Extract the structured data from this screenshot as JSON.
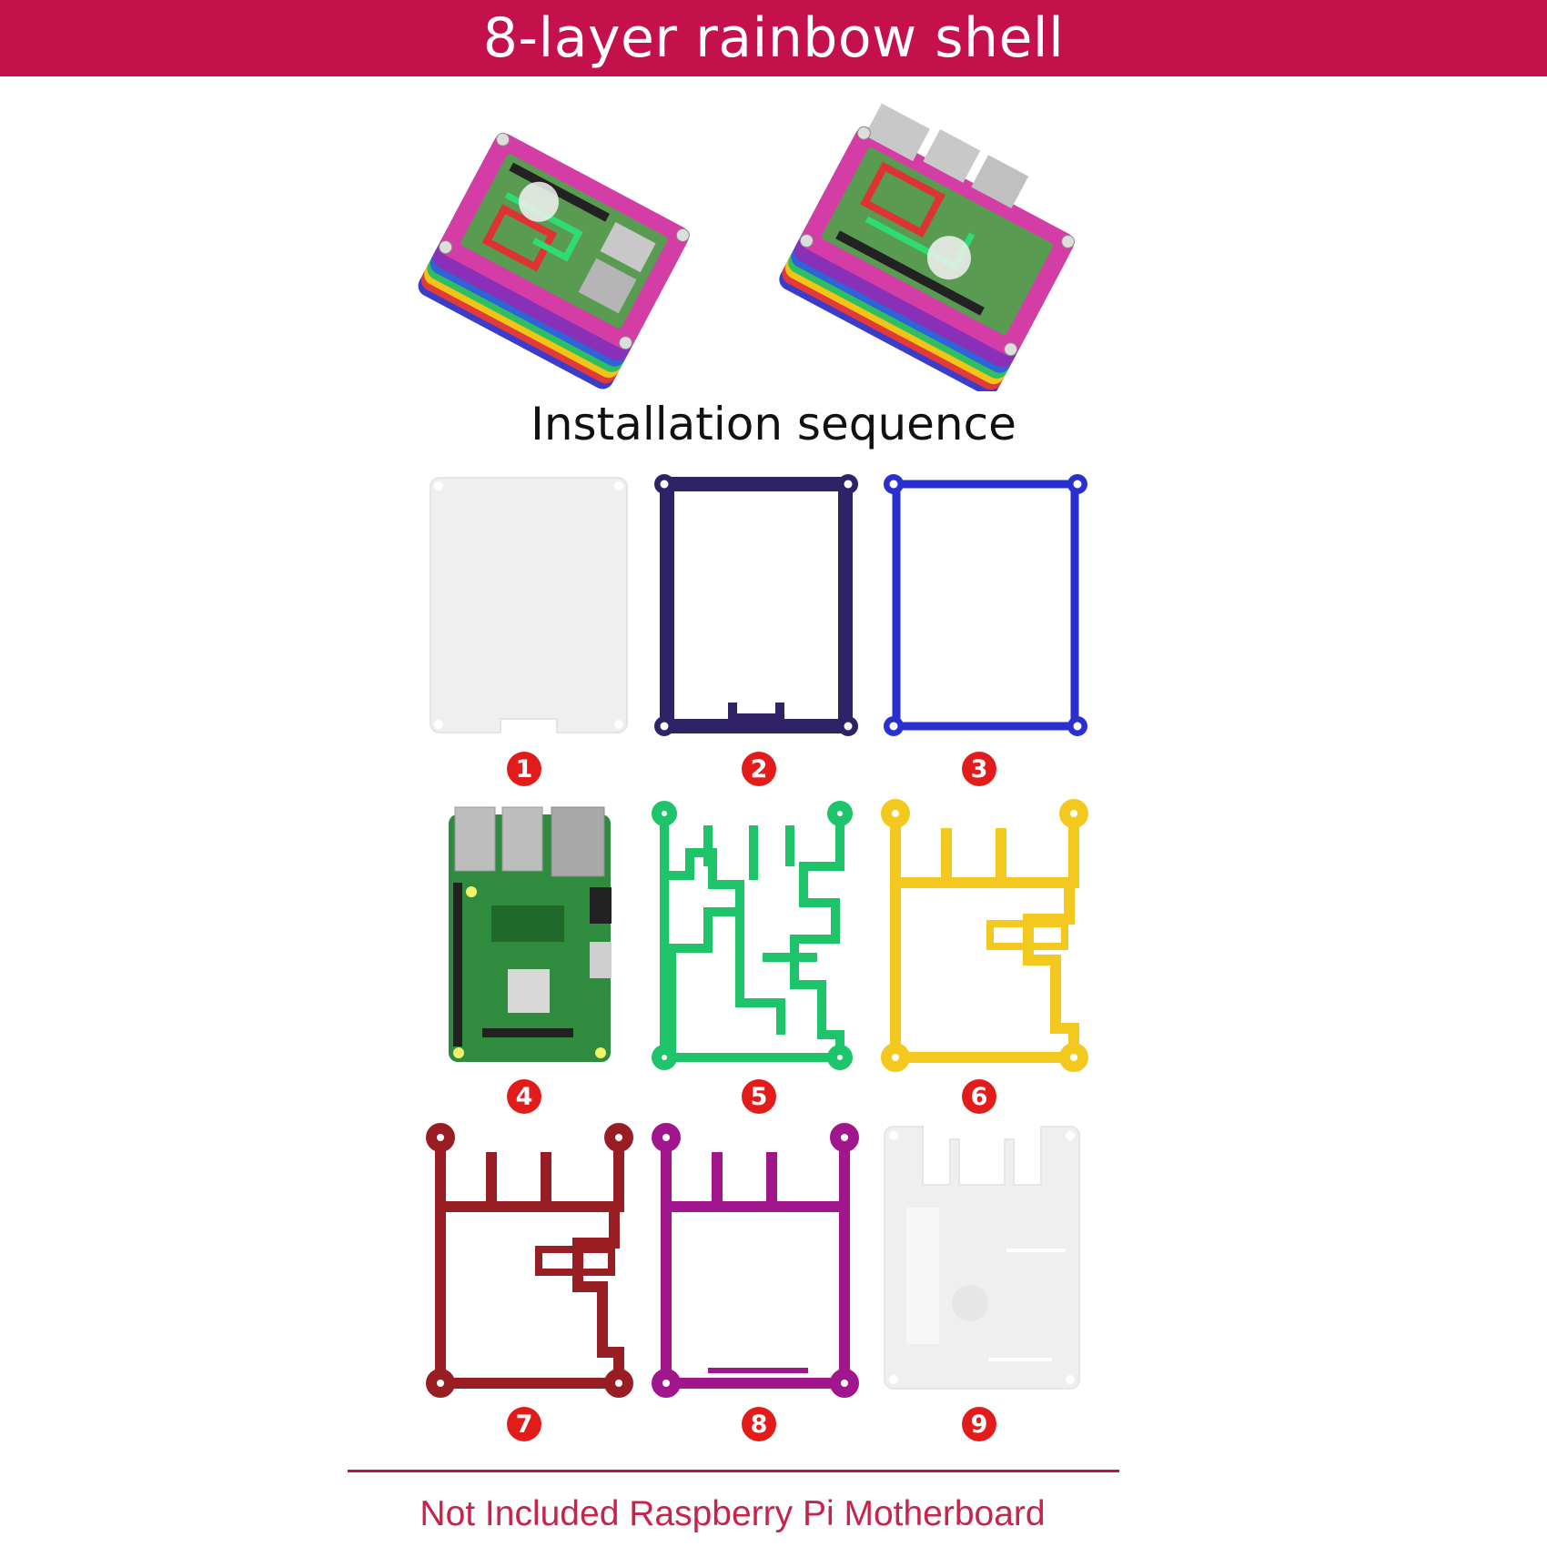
{
  "header": {
    "title": "8-layer rainbow shell"
  },
  "colors": {
    "header_bg": "#c4114c",
    "badge": "#e21b1b",
    "footer_text": "#c8234a",
    "layer_1": "#eeeeee",
    "layer_2": "#302266",
    "layer_3": "#2a2fcf",
    "layer_5": "#1ec46a",
    "layer_6": "#f3c91f",
    "layer_7": "#991e24",
    "layer_8": "#a1168d",
    "layer_9": "#eeeeee"
  },
  "hero": {
    "images": [
      "assembled-case-view-left",
      "assembled-case-view-right"
    ]
  },
  "installation": {
    "title": "Installation sequence",
    "steps": [
      {
        "number": "1",
        "part": "clear-base-plate"
      },
      {
        "number": "2",
        "part": "dark-purple-frame"
      },
      {
        "number": "3",
        "part": "blue-frame"
      },
      {
        "number": "4",
        "part": "raspberry-pi-board"
      },
      {
        "number": "5",
        "part": "green-frame"
      },
      {
        "number": "6",
        "part": "yellow-frame"
      },
      {
        "number": "7",
        "part": "dark-red-frame"
      },
      {
        "number": "8",
        "part": "magenta-frame"
      },
      {
        "number": "9",
        "part": "clear-top-plate"
      }
    ]
  },
  "footer": {
    "note": "Not Included Raspberry Pi Motherboard"
  }
}
